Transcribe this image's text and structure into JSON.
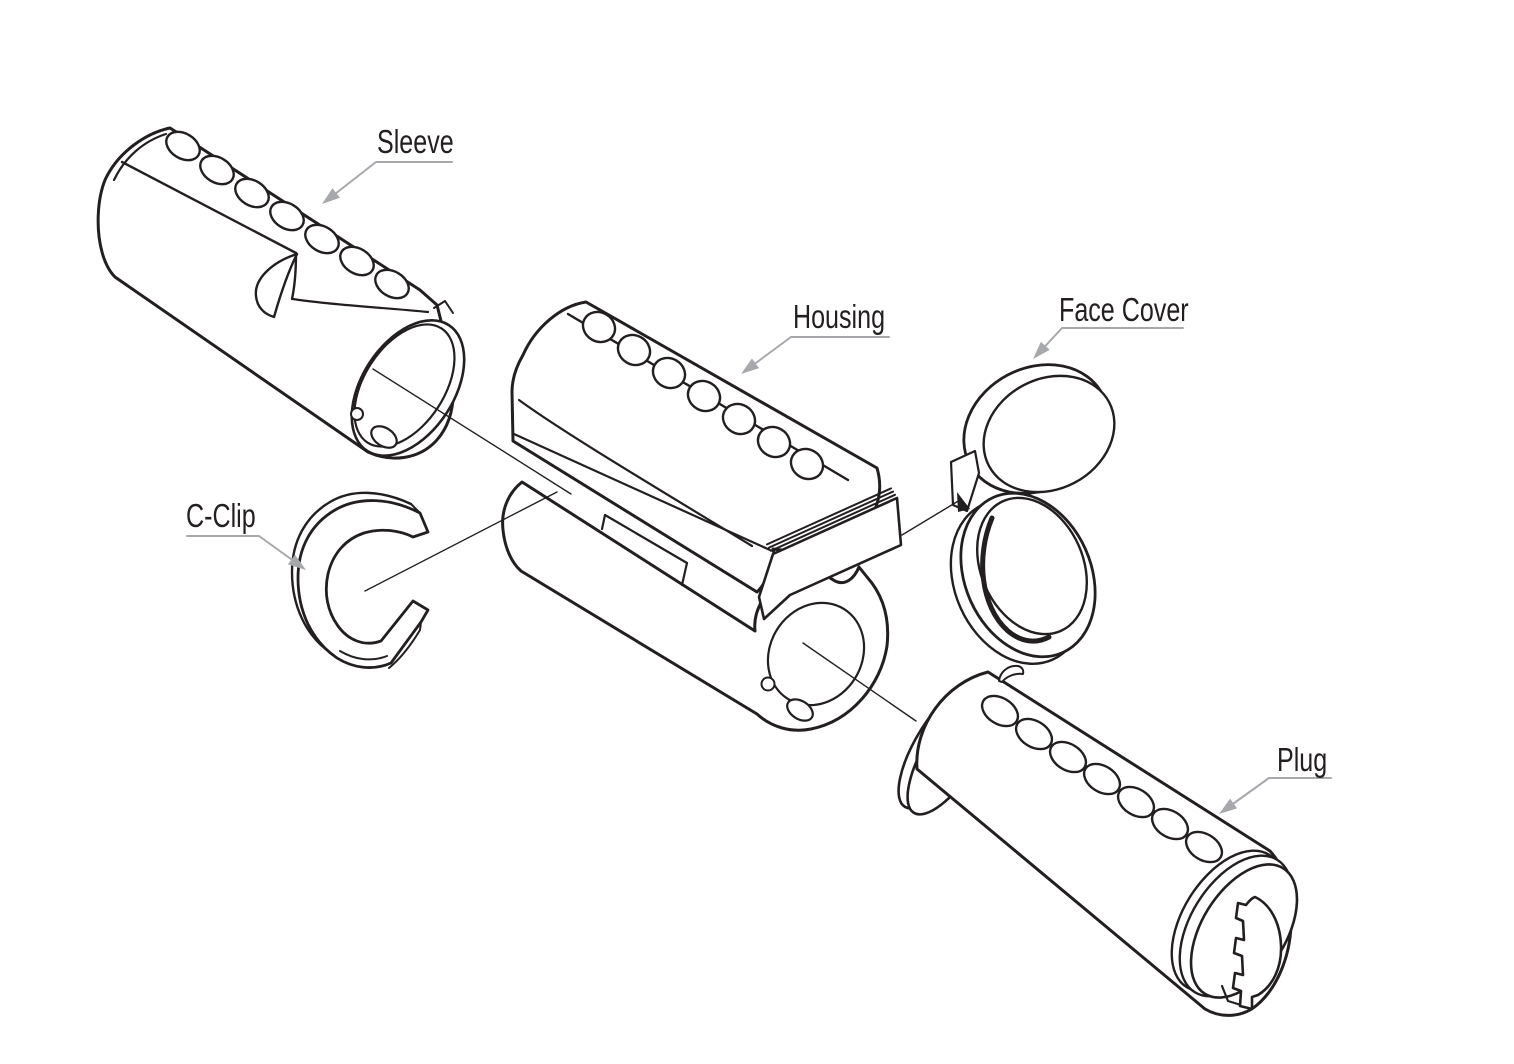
{
  "figure": {
    "background_color": "#ffffff",
    "line_color": "#231f20",
    "leader_color": "#a6a8ab",
    "parts": [
      {
        "id": "sleeve",
        "label": "Sleeve"
      },
      {
        "id": "housing",
        "label": "Housing"
      },
      {
        "id": "face_cover",
        "label": "Face Cover"
      },
      {
        "id": "c_clip",
        "label": "C-Clip"
      },
      {
        "id": "plug",
        "label": "Plug"
      }
    ]
  }
}
